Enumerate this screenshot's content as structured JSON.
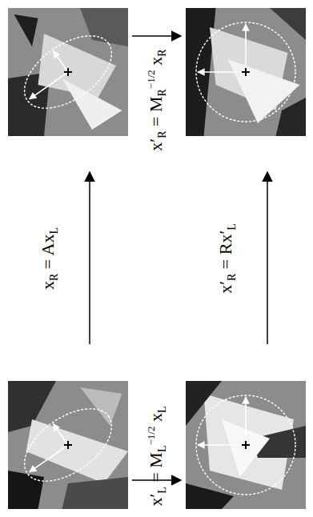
{
  "diagram": {
    "labels": [
      "x′R = MR−1/2 xR",
      "xR = AxL",
      "x′R = Rx′L",
      "x′L = ML−1/2 xL"
    ]
  }
}
